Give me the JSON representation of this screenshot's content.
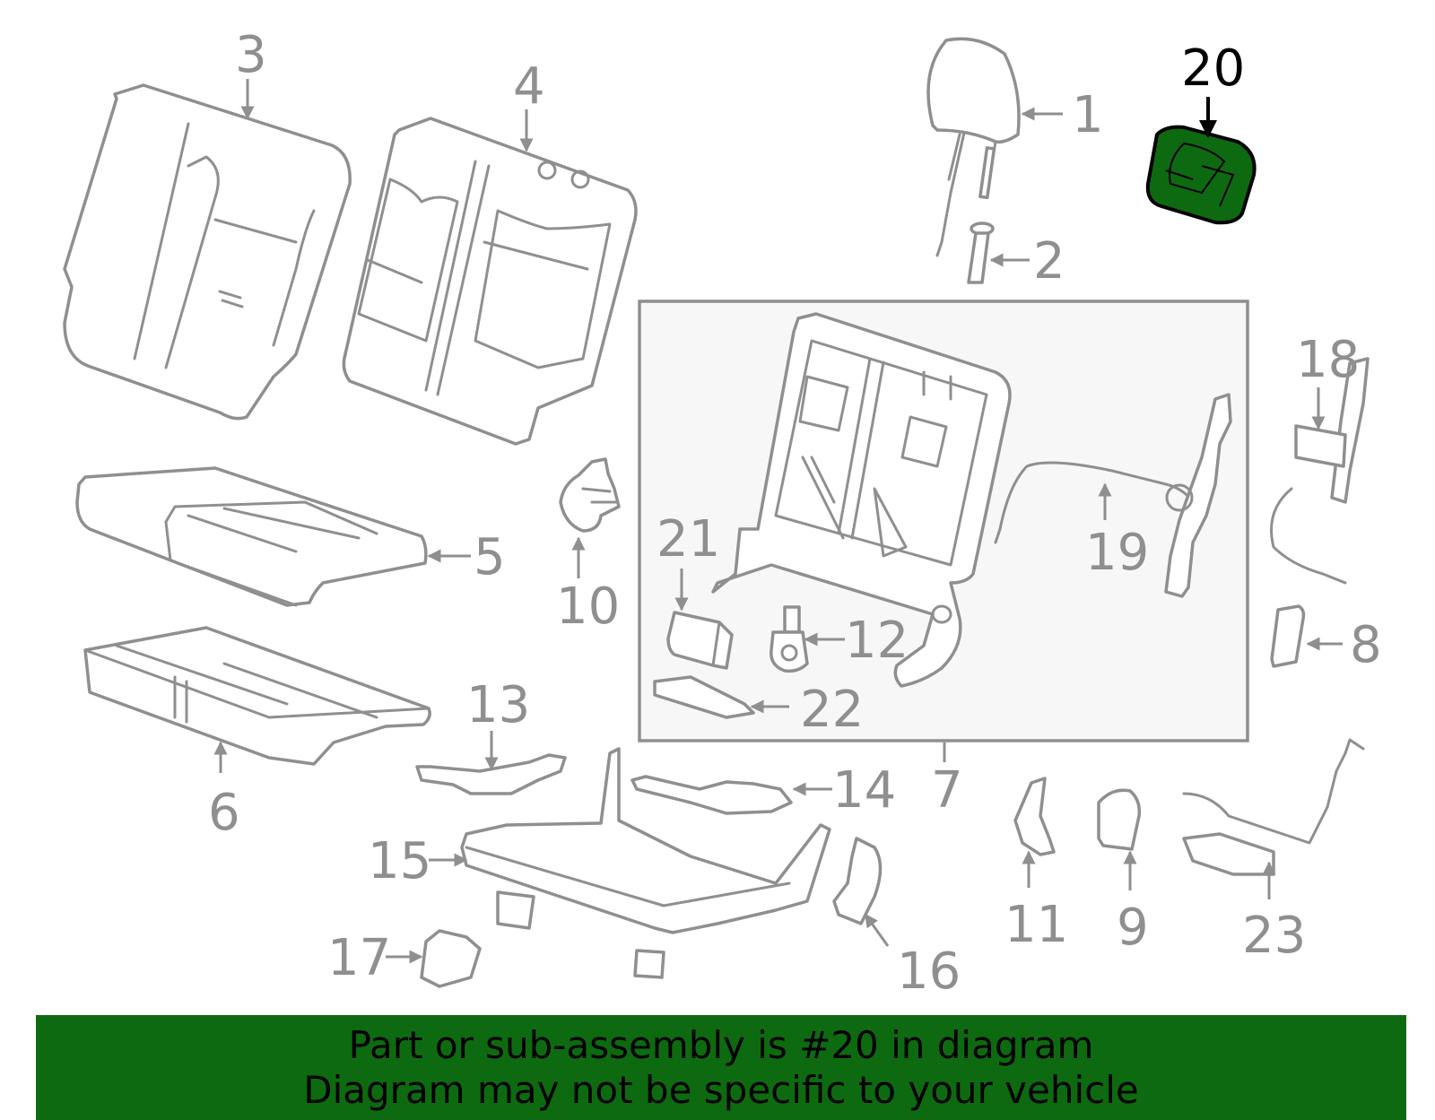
{
  "diagram": {
    "highlight_color": "#0e6a10",
    "banner_color": "#0e6a10",
    "line_color": "#8f8f8f",
    "callouts": [
      "1",
      "2",
      "3",
      "4",
      "5",
      "6",
      "7",
      "8",
      "9",
      "10",
      "11",
      "12",
      "13",
      "14",
      "15",
      "16",
      "17",
      "18",
      "19",
      "20",
      "21",
      "22",
      "23"
    ],
    "highlighted_callout": "20"
  },
  "banner": {
    "line1": "Part or sub-assembly is #20 in diagram",
    "line2": "Diagram may not be specific to your vehicle"
  }
}
